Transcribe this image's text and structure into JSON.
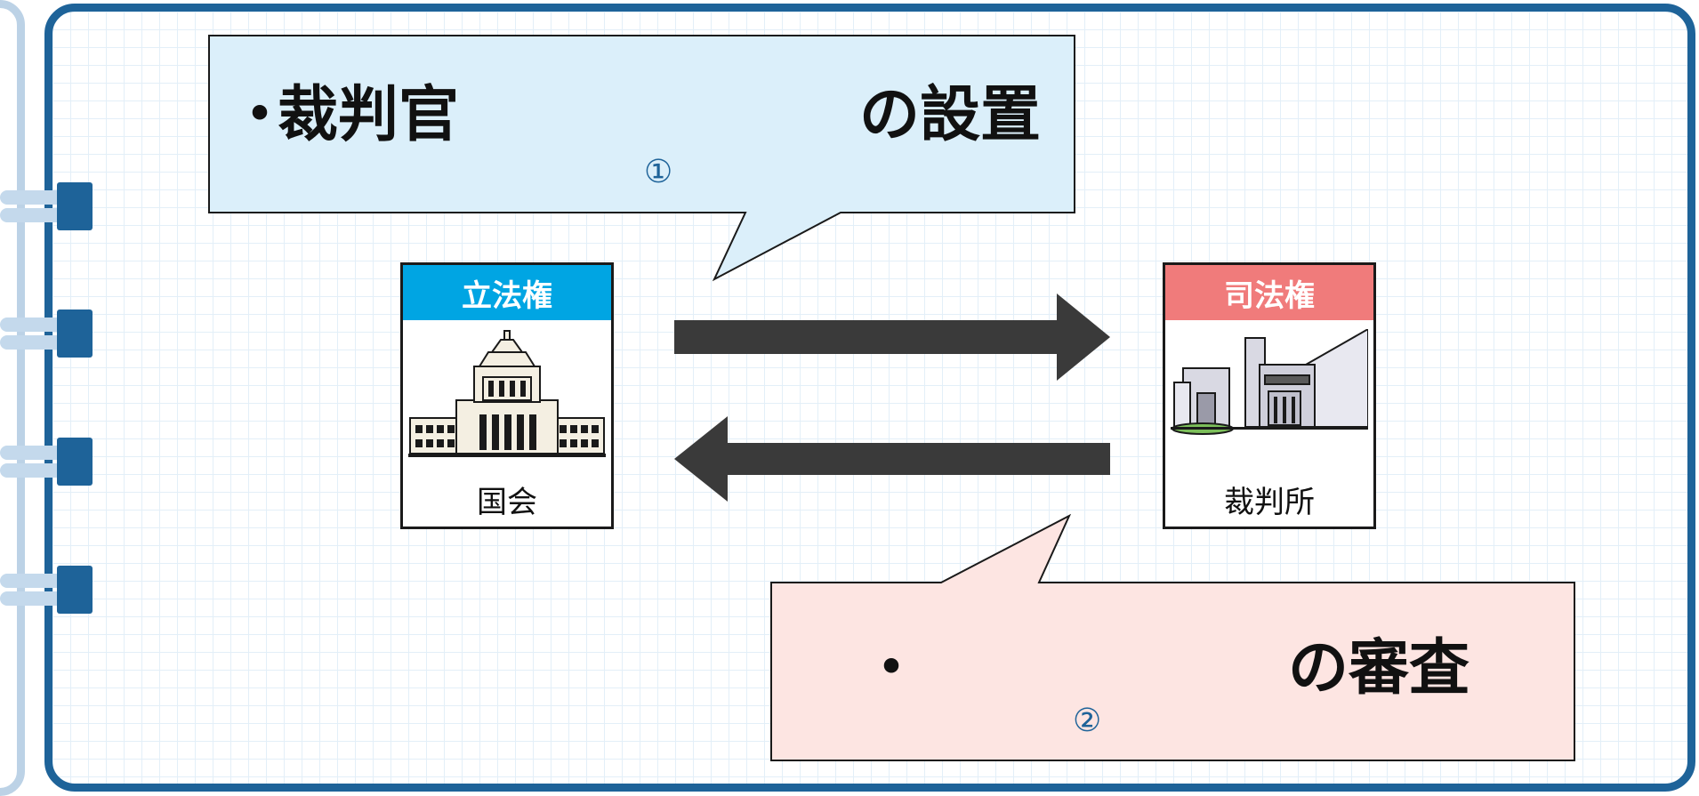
{
  "colors": {
    "notebook_border": "#1e6399",
    "grid_line": "#e3eff8",
    "legislative_header": "#00a5e3",
    "judicial_header": "#f07b7b",
    "bubble_top_fill": "#dbeffa",
    "bubble_bottom_fill": "#fde5e2",
    "arrow": "#3a3a3a",
    "marker": "#1e6399"
  },
  "bubble_top": {
    "bullet": "・",
    "text_left": "裁判官",
    "text_right": "の設置",
    "marker": "①"
  },
  "bubble_bottom": {
    "bullet": "・",
    "text_right": "の審査",
    "marker": "②"
  },
  "legislative": {
    "header": "立法権",
    "label": "国会",
    "icon": "diet-building-icon"
  },
  "judicial": {
    "header": "司法権",
    "label": "裁判所",
    "icon": "supreme-court-building-icon"
  },
  "arrows": [
    {
      "direction": "right",
      "from": "legislative",
      "to": "judicial"
    },
    {
      "direction": "left",
      "from": "judicial",
      "to": "legislative"
    }
  ]
}
